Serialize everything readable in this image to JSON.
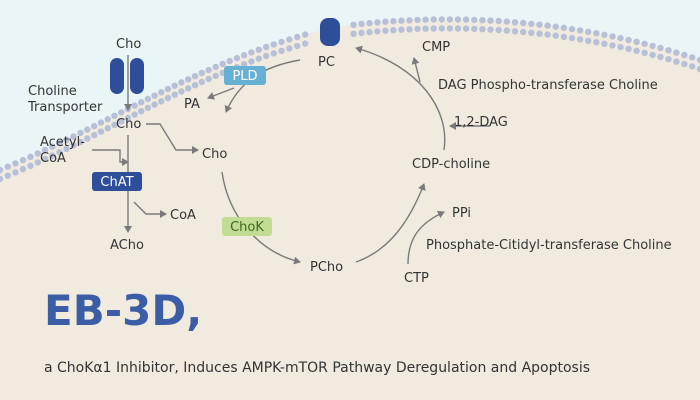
{
  "colors": {
    "membrane_bead": "#b8c0d8",
    "cell_fill": "#f1ebdf",
    "outside_fill": "#e9f5f6",
    "transporter": "#2f4e9a",
    "pld_badge": "#66b0d4",
    "chat_badge": "#2f4e9a",
    "chok_badge": "#c2dc94",
    "title": "#3a5da6"
  },
  "labels": {
    "cho_top": "Cho",
    "choline_transporter_line1": "Choline",
    "choline_transporter_line2": "Transporter",
    "cho_inside": "Cho",
    "acetyl_coa_line1": "Acetyl-",
    "acetyl_coa_line2": "CoA",
    "chat": "ChAT",
    "coa": "CoA",
    "acho": "ACho",
    "pc": "PC",
    "pld": "PLD",
    "pa": "PA",
    "cho_cycle": "Cho",
    "chok": "ChoK",
    "pcho": "PCho",
    "cmp": "CMP",
    "dag_enzyme": "DAG Phospho-transferase Choline",
    "dag": "1,2-DAG",
    "cdp_choline": "CDP-choline",
    "ppi": "PPi",
    "cct_enzyme": "Phosphate-Citidyl-transferase Choline",
    "ctp": "CTP"
  },
  "title": "EB-3D,",
  "subtitle": "a ChoKα1 Inhibitor, Induces AMPK-mTOR Pathway Deregulation and Apoptosis"
}
